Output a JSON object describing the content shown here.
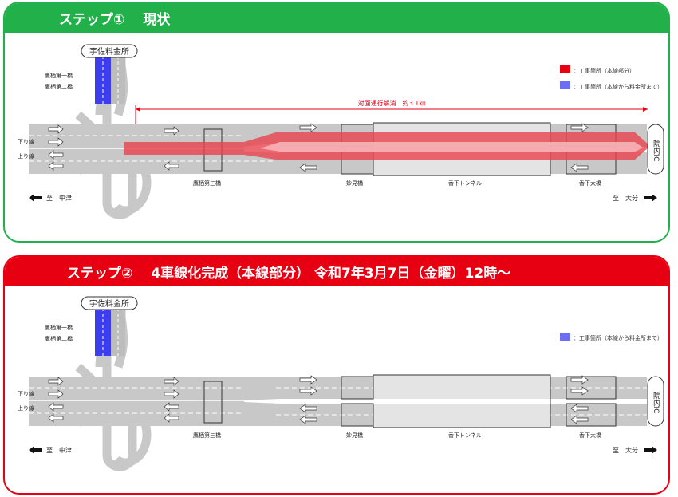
{
  "step1": {
    "title": "ステップ①　 現状",
    "toll_gate": "宇佐料金所",
    "bridge_1": "鷹栖第一橋",
    "bridge_2": "鷹栖第二橋",
    "bridge_3": "鷹栖第三橋",
    "bridge_myoken": "妙見橋",
    "tunnel": "香下トンネル",
    "bridge_big": "香下大橋",
    "down_line": "下り線",
    "up_line": "上り線",
    "to_nakatsu": "至　中津",
    "to_oita": "至　大分",
    "ic": "院内IC",
    "span_label": "対面通行解消　約3.1㎞",
    "legend_red": "：工事箇所（本線部分）",
    "legend_blue": "：工事箇所（本線から料金所まで）"
  },
  "step2": {
    "title": "ステップ②　 4車線化完成（本線部分） 令和7年3月7日（金曜）12時～",
    "toll_gate": "宇佐料金所",
    "bridge_1": "鷹栖第一橋",
    "bridge_2": "鷹栖第二橋",
    "bridge_3": "鷹栖第三橋",
    "bridge_myoken": "妙見橋",
    "tunnel": "香下トンネル",
    "bridge_big": "香下大橋",
    "down_line": "下り線",
    "up_line": "上り線",
    "to_nakatsu": "至　中津",
    "to_oita": "至　大分",
    "ic": "院内IC",
    "legend_blue": "：工事箇所（本線から料金所まで）"
  },
  "colors": {
    "step1_theme": "#22b04a",
    "step2_theme": "#e60012",
    "road": "#c8c8c8",
    "construction_mainline": "#e8424c",
    "construction_tollgate": "#6b6ef5"
  }
}
